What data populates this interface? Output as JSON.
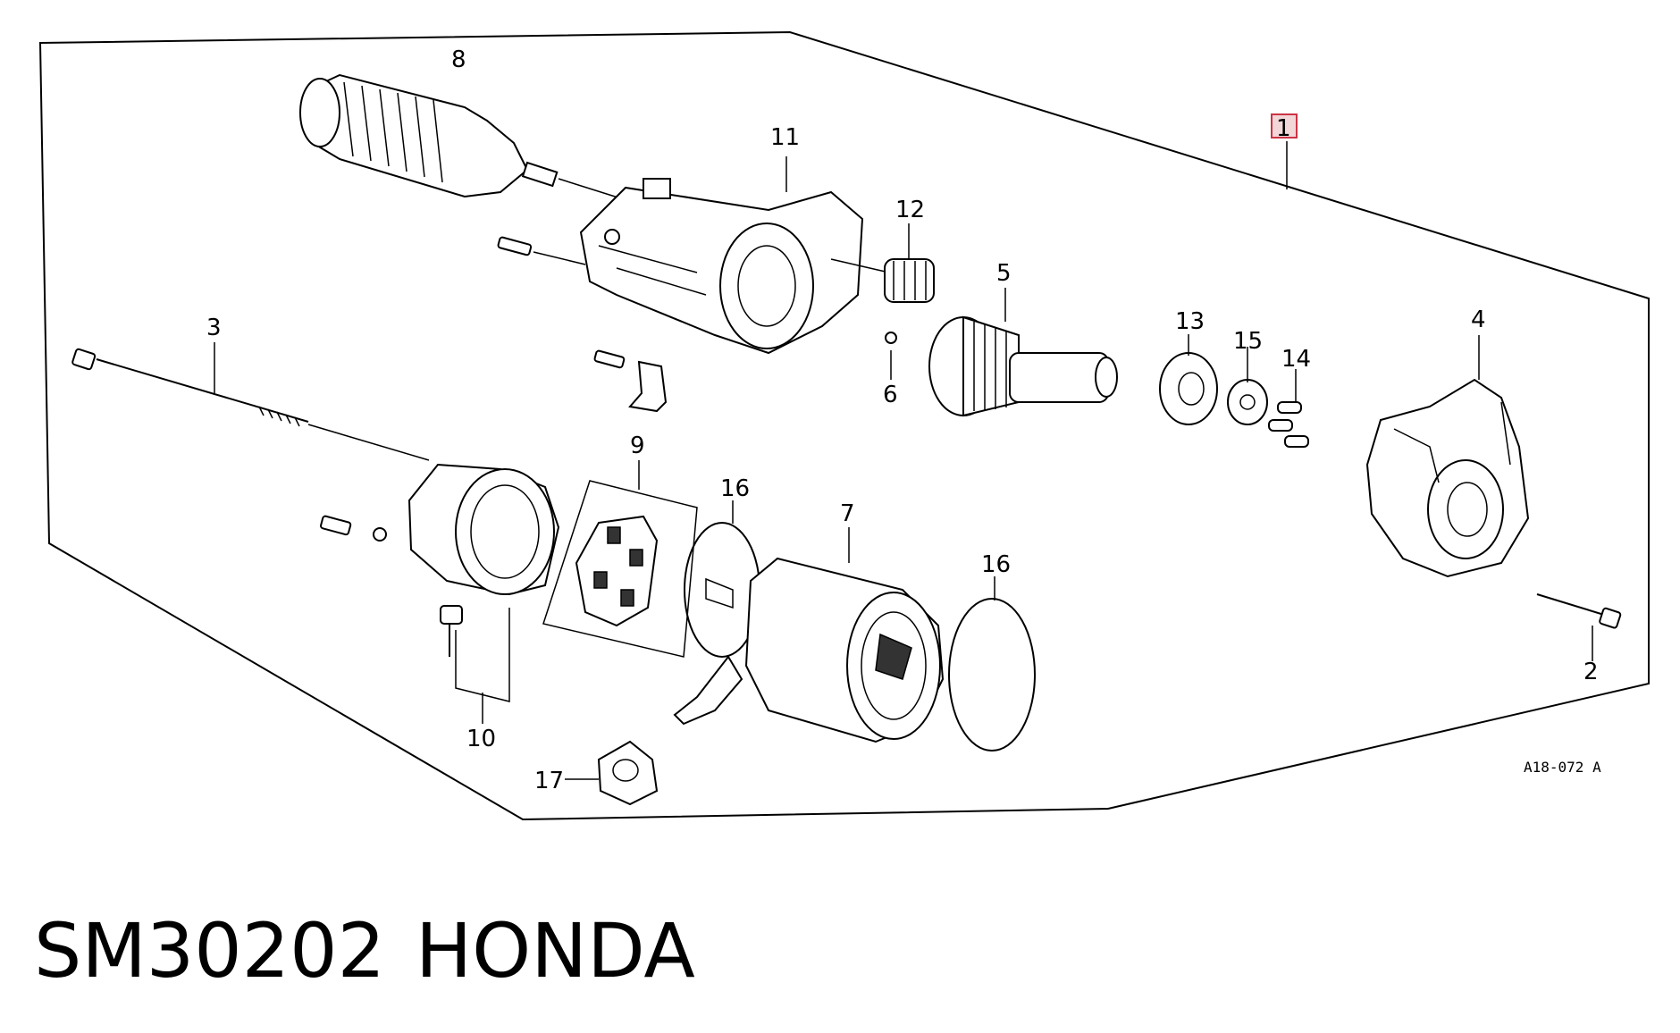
{
  "diagram": {
    "drawing_code": "A18-072 A",
    "callouts": [
      "1",
      "2",
      "3",
      "4",
      "5",
      "6",
      "7",
      "8",
      "9",
      "10",
      "11",
      "12",
      "13",
      "14",
      "15",
      "16",
      "16",
      "17"
    ],
    "highlight_color": "#e8b4b8"
  },
  "caption": {
    "part_number": "SM30202",
    "brand": "HONDA"
  }
}
